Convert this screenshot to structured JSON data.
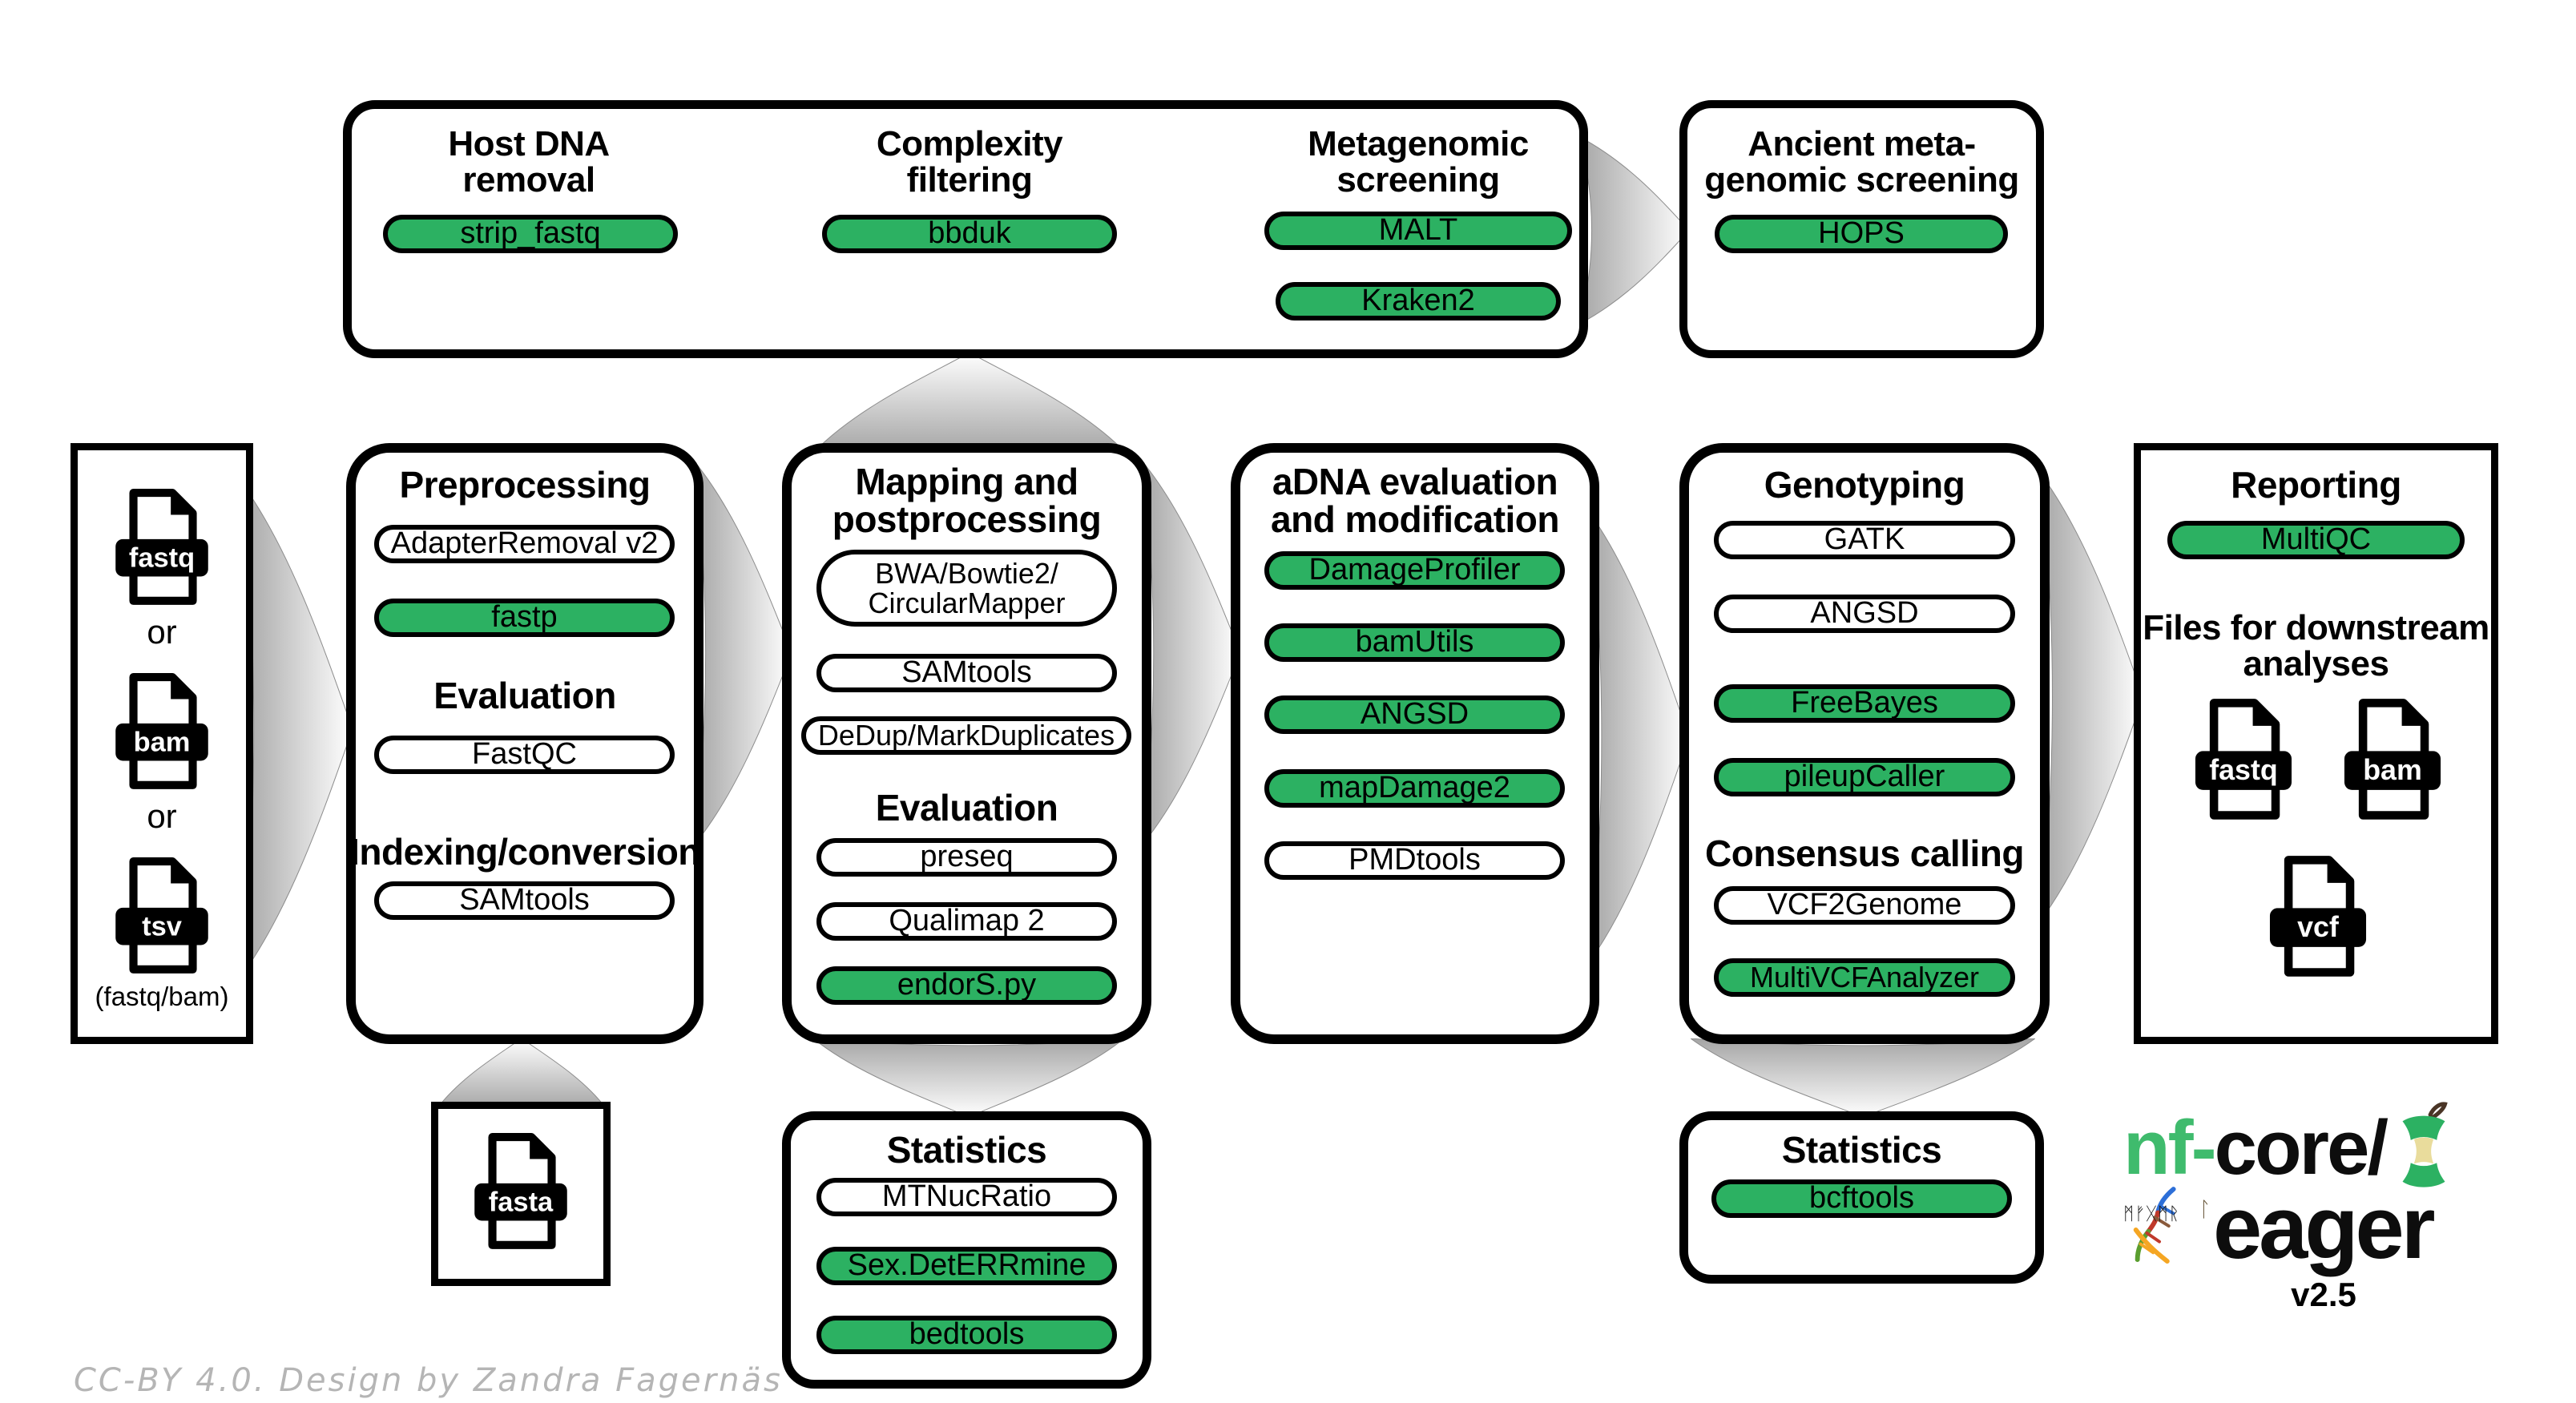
{
  "colors": {
    "green": "#2CB162",
    "logo_green": "#3FBB6D",
    "arrow_base": "#a9a9a9"
  },
  "screening": {
    "host_title1": "Host DNA",
    "host_title2": "removal",
    "host_tool": "strip_fastq",
    "complexity_title1": "Complexity",
    "complexity_title2": "filtering",
    "complexity_tool": "bbduk",
    "metagenomic_title1": "Metagenomic",
    "metagenomic_title2": "screening",
    "metagenomic_tool1": "MALT",
    "metagenomic_tool2": "Kraken2"
  },
  "ancient": {
    "title1": "Ancient meta-",
    "title2": "genomic screening",
    "tool": "HOPS"
  },
  "input": {
    "file1": "fastq",
    "or1": "or",
    "file2": "bam",
    "or2": "or",
    "file3": "tsv",
    "caption": "(fastq/bam)"
  },
  "preprocessing": {
    "title": "Preprocessing",
    "tool1": "AdapterRemoval v2",
    "tool2": "fastp",
    "subtitle1": "Evaluation",
    "tool3": "FastQC",
    "subtitle2": "Indexing/conversion",
    "tool4": "SAMtools"
  },
  "mapping": {
    "title1": "Mapping and",
    "title2": "postprocessing",
    "tool1_line1": "BWA/Bowtie2/",
    "tool1_line2": "CircularMapper",
    "tool2": "SAMtools",
    "tool3": "DeDup/MarkDuplicates",
    "subtitle": "Evaluation",
    "tool4": "preseq",
    "tool5": "Qualimap 2",
    "tool6": "endorS.py"
  },
  "adna": {
    "title1": "aDNA evaluation",
    "title2": "and modification",
    "tool1": "DamageProfiler",
    "tool2": "bamUtils",
    "tool3": "ANGSD",
    "tool4": "mapDamage2",
    "tool5": "PMDtools"
  },
  "genotyping": {
    "title": "Genotyping",
    "tool1": "GATK",
    "tool2": "ANGSD",
    "tool3": "FreeBayes",
    "tool4": "pileupCaller",
    "subtitle": "Consensus calling",
    "tool5": "VCF2Genome",
    "tool6": "MultiVCFAnalyzer"
  },
  "reporting": {
    "title": "Reporting",
    "tool1": "MultiQC",
    "subtitle1": "Files for downstream",
    "subtitle2": "analyses",
    "file1": "fastq",
    "file2": "bam",
    "file3": "vcf"
  },
  "stats_mapping": {
    "title": "Statistics",
    "tool1": "MTNucRatio",
    "tool2": "Sex.DetERRmine",
    "tool3": "bedtools"
  },
  "stats_genotyping": {
    "title": "Statistics",
    "tool1": "bcftools"
  },
  "fasta_box": {
    "file": "fasta"
  },
  "logo": {
    "brand_green": "nf-",
    "brand_black": "core/",
    "pipeline": "eager",
    "runes": "ᛗᚠᚷᛗᚱ",
    "rune_l": "ᛚ",
    "version": "v2.5"
  },
  "footer": {
    "credit": "CC-BY 4.0. Design by Zandra Fagernäs"
  }
}
